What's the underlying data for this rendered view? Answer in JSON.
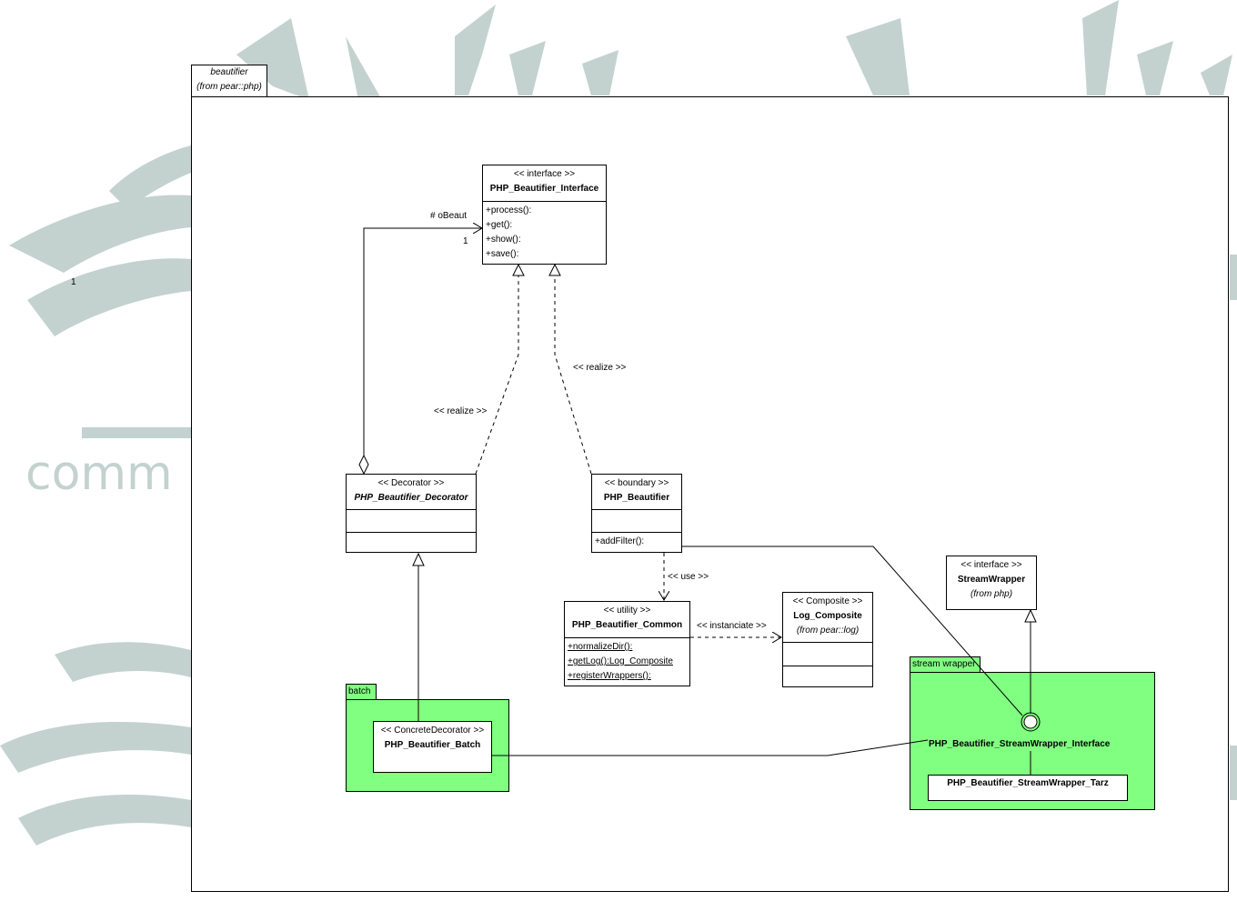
{
  "watermark": {
    "text": "comm",
    "color": "#c3d2cf"
  },
  "colors": {
    "package_green": "#80ff80",
    "line": "#000000"
  },
  "packages": {
    "beautifier": {
      "name": "beautifier",
      "from": "(from pear::php)"
    },
    "batch": {
      "name": "batch"
    },
    "stream_wrapper": {
      "name": "stream wrapper"
    }
  },
  "classes": {
    "interface": {
      "stereotype": "<< interface >>",
      "name": "PHP_Beautifier_Interface",
      "operations": [
        "+process():",
        "+get():",
        "+show():",
        "+save():"
      ]
    },
    "decorator": {
      "stereotype": "<< Decorator >>",
      "name": "PHP_Beautifier_Decorator"
    },
    "beautifier": {
      "stereotype": "<< boundary >>",
      "name": "PHP_Beautifier",
      "operations": [
        "+addFilter():"
      ]
    },
    "common": {
      "stereotype": "<< utility >>",
      "name": "PHP_Beautifier_Common",
      "operations": [
        "+normalizeDir():",
        "+getLog():Log_Composite",
        "+registerWrappers():"
      ]
    },
    "log_composite": {
      "stereotype": "<< Composite >>",
      "name": "Log_Composite",
      "from": "(from pear::log)"
    },
    "stream_wrapper": {
      "stereotype": "<< interface >>",
      "name": "StreamWrapper",
      "from": "(from php)"
    },
    "batch": {
      "stereotype": "<< ConcreteDecorator >>",
      "name": "PHP_Beautifier_Batch"
    },
    "sw_interface": {
      "name": "PHP_Beautifier_StreamWrapper_Interface"
    },
    "sw_tarz": {
      "name": "PHP_Beautifier_StreamWrapper_Tarz"
    }
  },
  "labels": {
    "obeaut": "# oBeaut",
    "mult_inner": "1",
    "mult_outer": "1",
    "realize_left": "<< realize >>",
    "realize_right": "<< realize >>",
    "use": "<< use >>",
    "instanciate": "<< instanciate >>"
  }
}
